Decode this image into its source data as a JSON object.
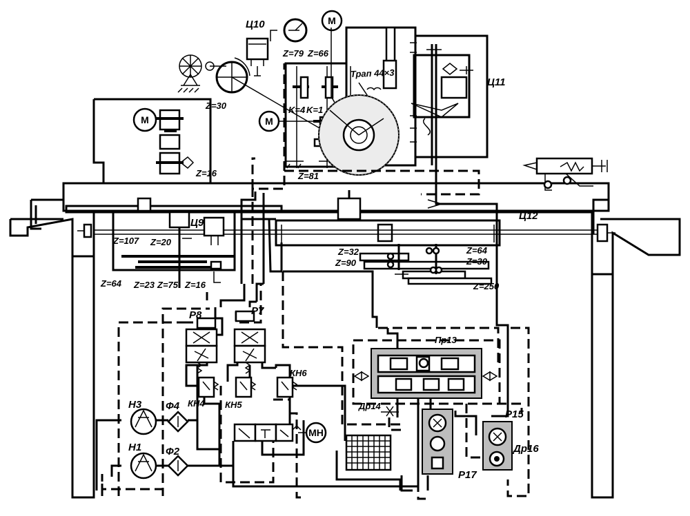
{
  "motors": {
    "m1": "М",
    "m2": "М",
    "m3": "М",
    "pump_motor": "МН"
  },
  "cylinders": {
    "c9": "Ц9",
    "c10": "Ц10",
    "c11": "Ц11",
    "c12": "Ц12"
  },
  "gears": {
    "z30_top": "Z=30",
    "z79": "Z=79",
    "z66": "Z=66",
    "k4": "K=4",
    "k1": "K=1",
    "z81": "Z=81",
    "z16_top": "Z=16",
    "z107": "Z=107",
    "z20": "Z=20",
    "z64_left": "Z=64",
    "z23": "Z=23",
    "z75": "Z=75",
    "z16_bottom": "Z=16",
    "z32": "Z=32",
    "z64_right": "Z=64",
    "z90": "Z=90",
    "z30_right": "Z=30",
    "z250": "Z=250"
  },
  "screw_label": "Трап 44×3",
  "hydraulics": {
    "p8": "Р8",
    "p7": "Р7",
    "kn4": "КН4",
    "kn5": "КН5",
    "kn6": "КН6",
    "n3": "Н3",
    "n1": "Н1",
    "f4": "Ф4",
    "f2": "Ф2",
    "pr13": "Пр13",
    "dr14": "Др14",
    "p15": "Р15",
    "dr16": "Др16",
    "p17": "Р17"
  }
}
